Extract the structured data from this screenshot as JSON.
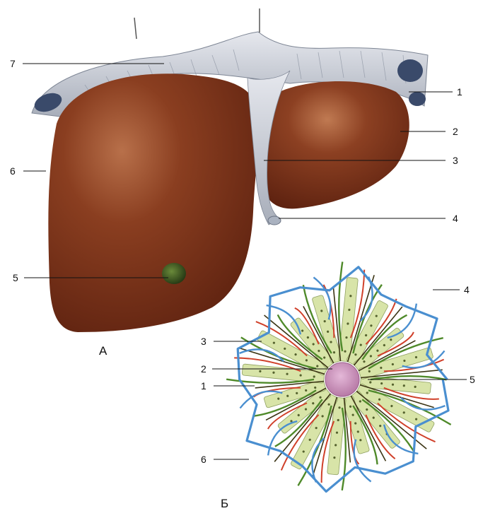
{
  "figure_a": {
    "caption": "А",
    "labels": [
      "1",
      "2",
      "3",
      "4",
      "5",
      "6",
      "7"
    ]
  },
  "figure_b": {
    "caption": "Б",
    "labels": [
      "1",
      "2",
      "3",
      "4",
      "5",
      "6"
    ]
  },
  "colors": {
    "liver": "#6e2a14",
    "liver_highlight": "#b8704a",
    "ligament": "#c8ccd6",
    "gallbladder": "#2f4a1c",
    "central_vein": "#c98fb8",
    "portal_vein": "#4a8fd0",
    "artery": "#d0402a",
    "bile_duct": "#4f8a2a",
    "hepatocyte": "#d8e4a8"
  }
}
